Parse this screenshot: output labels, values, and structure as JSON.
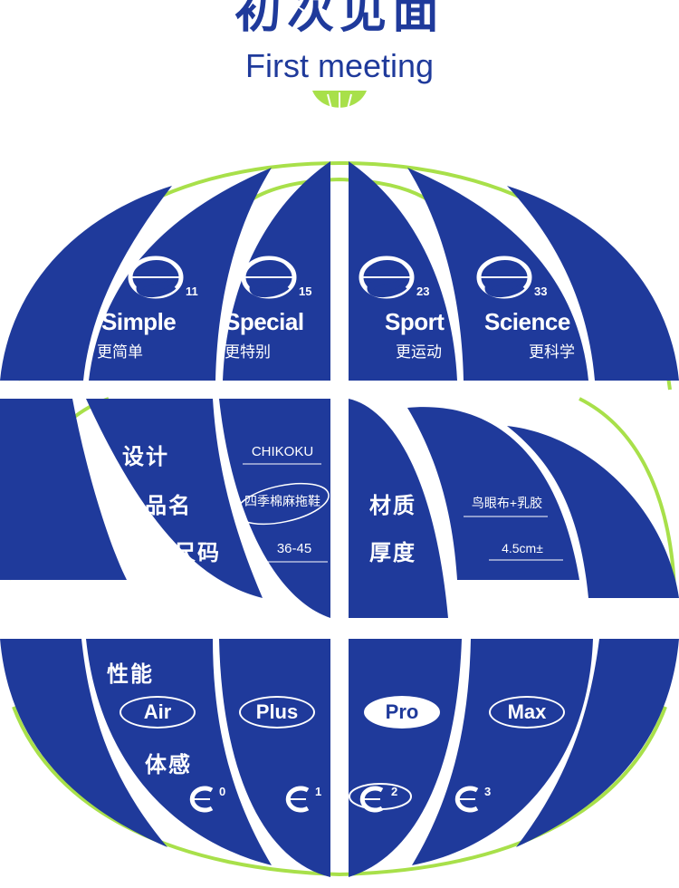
{
  "header": {
    "title_cn": "初次见面",
    "title_en": "First meeting"
  },
  "colors": {
    "brand_blue": "#1f3a9b",
    "accent_green": "#a8e04a",
    "background": "#ffffff"
  },
  "series": [
    {
      "num": "11",
      "name": "Simple",
      "sub": "更简单"
    },
    {
      "num": "15",
      "name": "Special",
      "sub": "更特别"
    },
    {
      "num": "23",
      "name": "Sport",
      "sub": "更运动"
    },
    {
      "num": "33",
      "name": "Science",
      "sub": "更科学"
    }
  ],
  "specs": {
    "design_label": "设计",
    "design_value": "CHIKOKU",
    "name_label": "品名",
    "name_value": "四季棉麻拖鞋",
    "size_label": "尺码",
    "size_value": "36-45",
    "material_label": "材质",
    "material_value": "鸟眼布+乳胶",
    "thickness_label": "厚度",
    "thickness_value": "4.5cm±"
  },
  "performance": {
    "label": "性能",
    "options": [
      "Air",
      "Plus",
      "Pro",
      "Max"
    ],
    "selected": "Pro"
  },
  "feel": {
    "label": "体感",
    "levels": [
      "0",
      "1",
      "2",
      "3"
    ],
    "selected": "2"
  },
  "icons": [
    "globe-s-logo-icon",
    "comfort-c-icon",
    "leaf-icon"
  ]
}
